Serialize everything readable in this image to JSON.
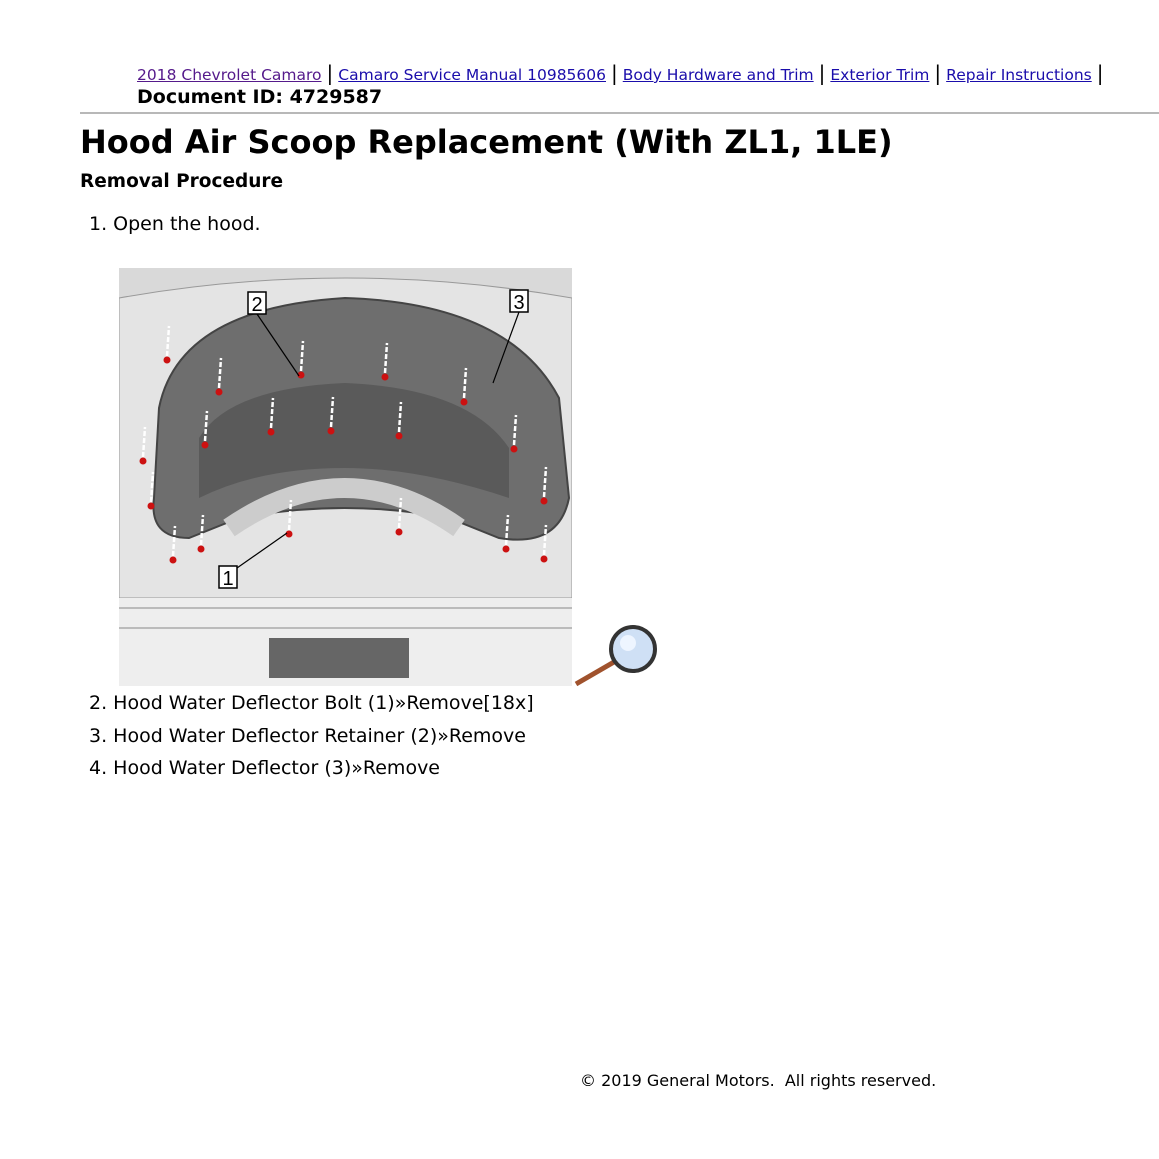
{
  "breadcrumb": [
    {
      "label": "2018 Chevrolet Camaro",
      "visited": true
    },
    {
      "label": "Camaro Service Manual 10985606"
    },
    {
      "label": "Body Hardware and Trim"
    },
    {
      "label": "Exterior Trim"
    },
    {
      "label": "Repair Instructions"
    }
  ],
  "breadcrumb_separator": "|",
  "breadcrumb_current": "Document ID: 4729587",
  "title": "Hood Air Scoop Replacement (With ZL1, 1LE)",
  "section": "Removal Procedure",
  "steps": [
    "1. Open the hood.",
    "2. Hood Water Deflector Bolt (1)»Remove[18x]",
    "3. Hood Water Deflector Retainer (2)»Remove",
    "4. Hood Water Deflector (3)»Remove"
  ],
  "figure": {
    "callouts": [
      "1",
      "2",
      "3"
    ],
    "zoom_icon": "magnifier-icon",
    "bolt_color": "#cc1111"
  },
  "footer": "© 2019 General Motors.  All rights reserved."
}
